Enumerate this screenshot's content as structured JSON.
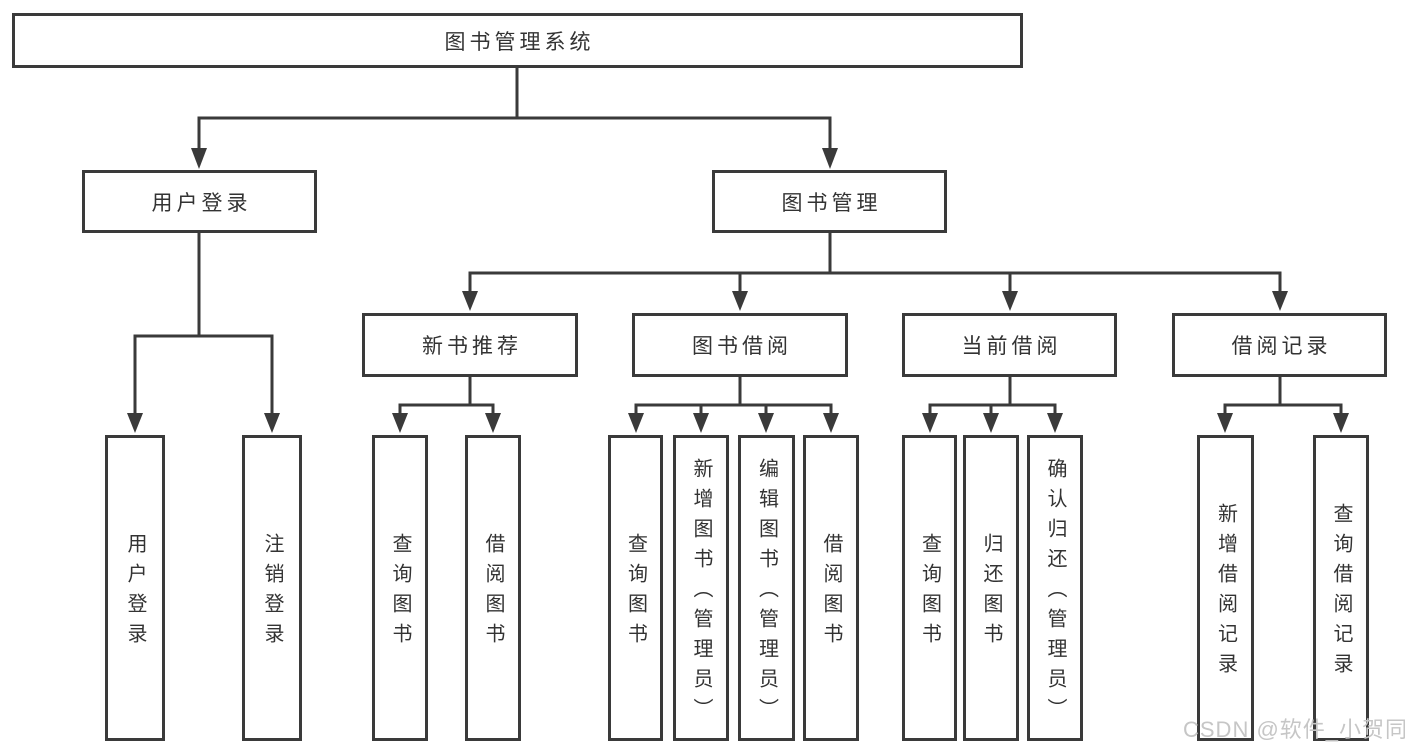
{
  "nodes": {
    "root": "图书管理系统",
    "user_login": "用户登录",
    "book_mgmt": "图书管理",
    "new_books": "新书推荐",
    "book_borrow": "图书借阅",
    "current_borrow": "当前借阅",
    "borrow_records": "借阅记录",
    "leaf_user_login": "用户登录",
    "leaf_logout": "注销登录",
    "leaf_nb_query": "查询图书",
    "leaf_nb_borrow": "借阅图书",
    "leaf_bb_query": "查询图书",
    "leaf_bb_add": "新增图书（管理员）",
    "leaf_bb_edit": "编辑图书（管理员）",
    "leaf_bb_borrow": "借阅图书",
    "leaf_cb_query": "查询图书",
    "leaf_cb_return": "归还图书",
    "leaf_cb_confirm": "确认归还（管理员）",
    "leaf_br_add": "新增借阅记录",
    "leaf_br_query": "查询借阅记录"
  },
  "hierarchy": {
    "图书管理系统": [
      "用户登录",
      "图书管理"
    ],
    "用户登录": [
      "用户登录",
      "注销登录"
    ],
    "图书管理": [
      "新书推荐",
      "图书借阅",
      "当前借阅",
      "借阅记录"
    ],
    "新书推荐": [
      "查询图书",
      "借阅图书"
    ],
    "图书借阅": [
      "查询图书",
      "新增图书（管理员）",
      "编辑图书（管理员）",
      "借阅图书"
    ],
    "当前借阅": [
      "查询图书",
      "归还图书",
      "确认归还（管理员）"
    ],
    "借阅记录": [
      "新增借阅记录",
      "查询借阅记录"
    ]
  },
  "watermark": "CSDN @软件_小贺同学",
  "colors": {
    "line": "#3a3a3a",
    "text": "#333333",
    "watermark": "#c6c6c6",
    "background": "#ffffff"
  }
}
